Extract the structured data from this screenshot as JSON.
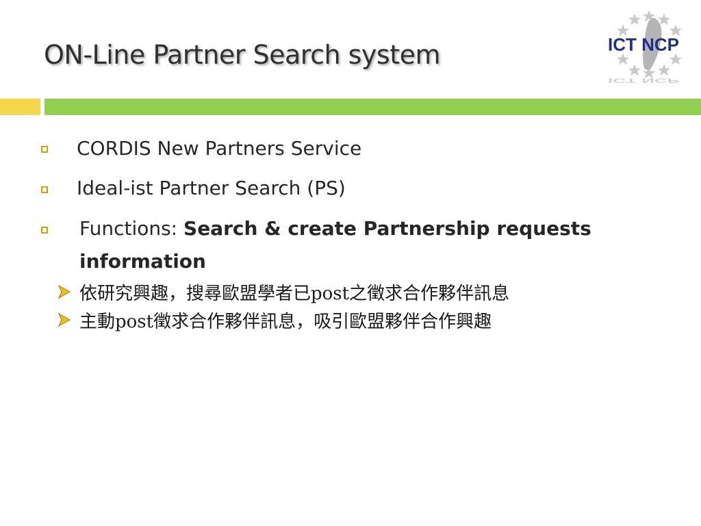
{
  "slide": {
    "title": "ON-Line Partner Search system"
  },
  "logo": {
    "text": "ICT NCP",
    "reflection_text": "ICT NCP"
  },
  "colors": {
    "accent_yellow": "#f5d84a",
    "accent_green": "#92d050",
    "logo_blue": "#1f2f8a",
    "bullet_marker": "#c8a400"
  },
  "bullets": [
    {
      "text": "CORDIS New Partners Service"
    },
    {
      "text": "Ideal-ist Partner Search (PS)"
    },
    {
      "prefix": "Functions: ",
      "bold_text": "Search & create Partnership requests information"
    }
  ],
  "sub_bullets": [
    {
      "text": "依研究興趣，搜尋歐盟學者已post之徵求合作夥伴訊息"
    },
    {
      "text": "主動post徵求合作夥伴訊息，吸引歐盟夥伴合作興趣"
    }
  ]
}
